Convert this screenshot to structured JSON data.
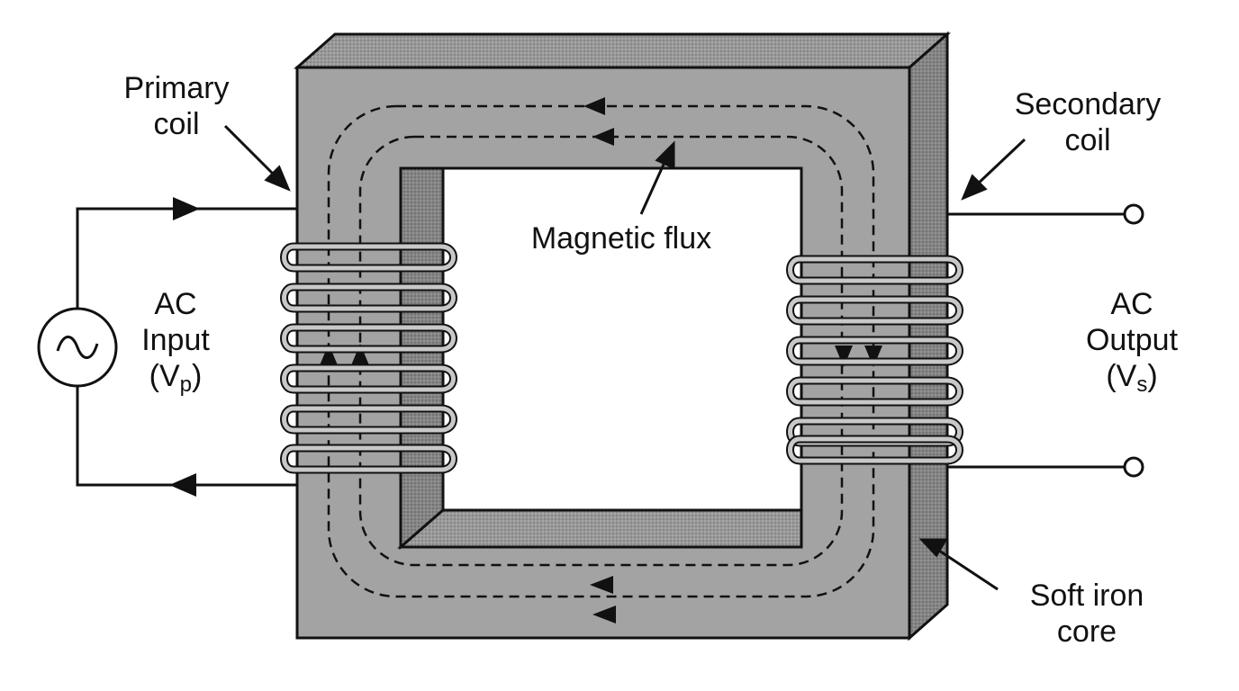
{
  "labels": {
    "primary_coil": [
      "Primary",
      "coil"
    ],
    "secondary_coil": [
      "Secondary",
      "coil"
    ],
    "magnetic_flux": "Magnetic flux",
    "ac_input": {
      "line1": "AC",
      "line2": "Input",
      "paren_open": "(V",
      "subscript": "p",
      "paren_close": ")"
    },
    "ac_output": {
      "line1": "AC",
      "line2": "Output",
      "paren_open": "(V",
      "subscript": "s",
      "paren_close": ")"
    },
    "core": [
      "Soft iron",
      "core"
    ]
  },
  "colors": {
    "core_face": "#a3a3a3",
    "core_side": "#8a8a8a",
    "core_top": "#999999",
    "coil_wire": "#c8c8c8",
    "outline": "#111111",
    "background": "#ffffff"
  },
  "icons": {
    "source": "ac-source-icon",
    "terminal": "output-terminal-icon"
  }
}
